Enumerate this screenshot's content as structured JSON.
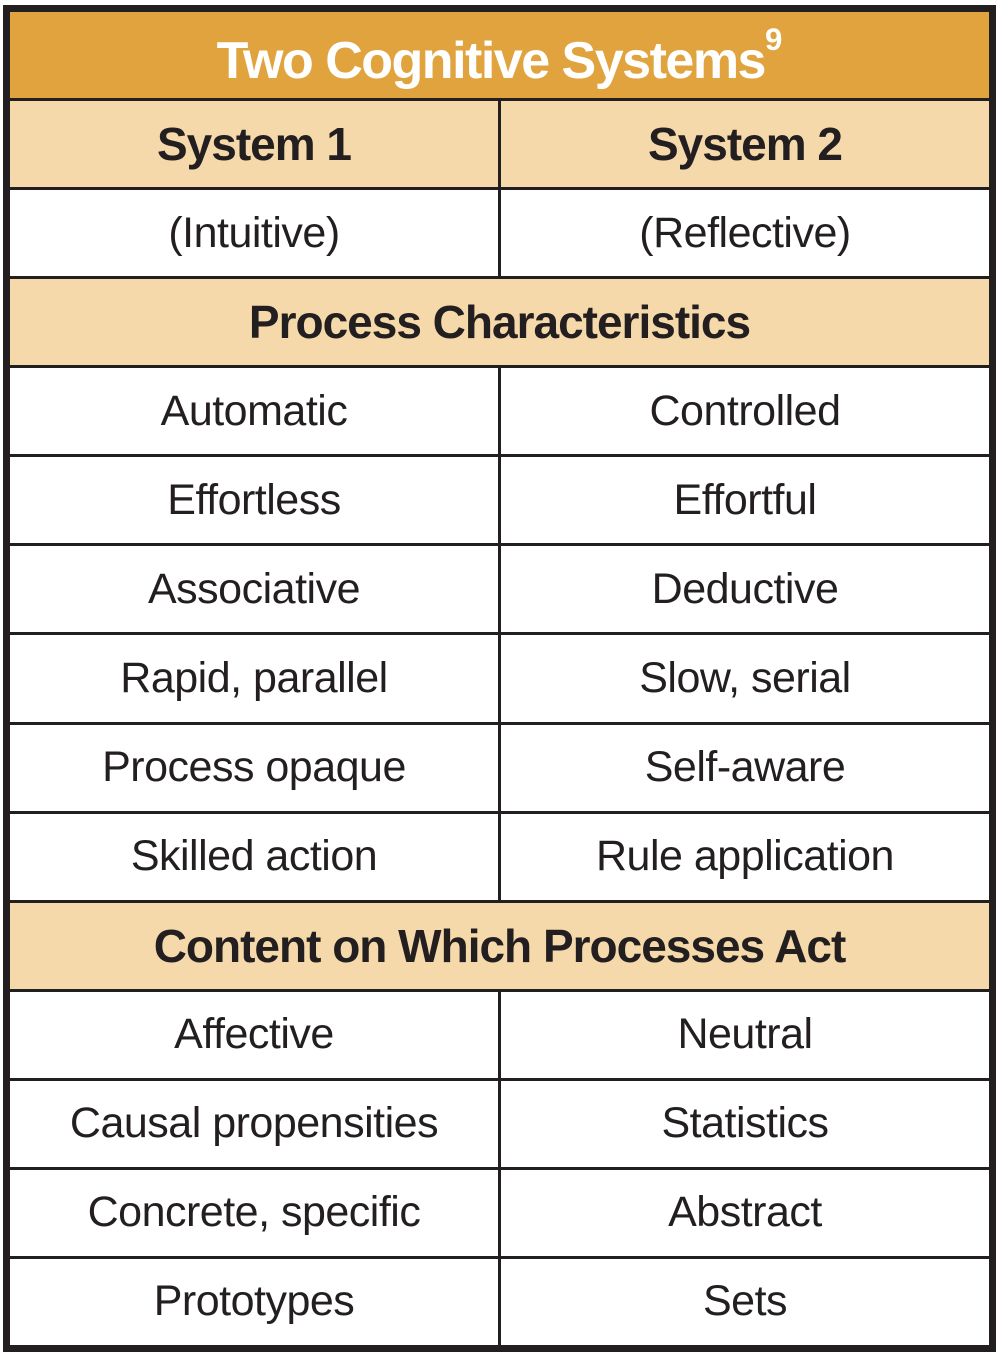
{
  "chart_data": {
    "type": "table",
    "title": "Two Cognitive Systems",
    "title_superscript": "9",
    "column_headers": [
      "System 1",
      "System 2"
    ],
    "column_subheaders": [
      "(Intuitive)",
      "(Reflective)"
    ],
    "sections": [
      {
        "header": "Process Characteristics",
        "rows": [
          [
            "Automatic",
            "Controlled"
          ],
          [
            "Effortless",
            "Effortful"
          ],
          [
            "Associative",
            "Deductive"
          ],
          [
            "Rapid, parallel",
            "Slow, serial"
          ],
          [
            "Process opaque",
            "Self-aware"
          ],
          [
            "Skilled action",
            "Rule application"
          ]
        ]
      },
      {
        "header": "Content on Which Processes Act",
        "rows": [
          [
            "Affective",
            "Neutral"
          ],
          [
            "Causal propensities",
            "Statistics"
          ],
          [
            "Concrete, specific",
            "Abstract"
          ],
          [
            "Prototypes",
            "Sets"
          ]
        ]
      }
    ],
    "layout_hints": {
      "columns": 2,
      "title_row_spans_columns": true,
      "section_header_rows_span_columns": true
    }
  },
  "colors": {
    "title_bg": "#E0A33E",
    "section_header_bg": "#F5D9AA",
    "border": "#231F20",
    "title_text": "#FFFFFF",
    "cell_text": "#231F20",
    "cell_bg": "#FFFFFF"
  }
}
